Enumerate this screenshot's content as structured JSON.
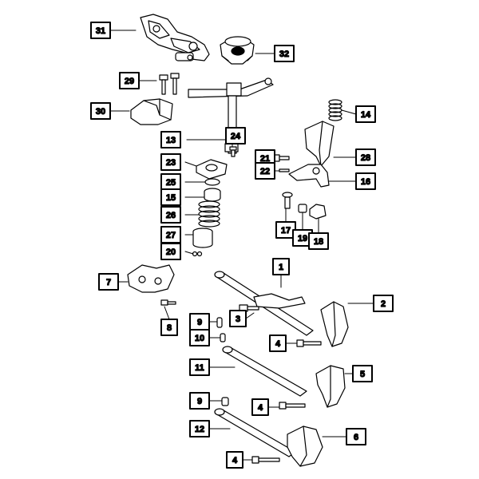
{
  "diagram": {
    "callouts": [
      {
        "id": "c31",
        "label": "31"
      },
      {
        "id": "c32",
        "label": "32"
      },
      {
        "id": "c29",
        "label": "29"
      },
      {
        "id": "c30",
        "label": "30"
      },
      {
        "id": "c14",
        "label": "14"
      },
      {
        "id": "c13",
        "label": "13"
      },
      {
        "id": "c24",
        "label": "24"
      },
      {
        "id": "c23",
        "label": "23"
      },
      {
        "id": "c21",
        "label": "21"
      },
      {
        "id": "c28",
        "label": "28"
      },
      {
        "id": "c22",
        "label": "22"
      },
      {
        "id": "c25",
        "label": "25"
      },
      {
        "id": "c16",
        "label": "16"
      },
      {
        "id": "c15",
        "label": "15"
      },
      {
        "id": "c26",
        "label": "26"
      },
      {
        "id": "c17",
        "label": "17"
      },
      {
        "id": "c19",
        "label": "19"
      },
      {
        "id": "c18",
        "label": "18"
      },
      {
        "id": "c27",
        "label": "27"
      },
      {
        "id": "c20",
        "label": "20"
      },
      {
        "id": "c1",
        "label": "1"
      },
      {
        "id": "c7",
        "label": "7"
      },
      {
        "id": "c2",
        "label": "2"
      },
      {
        "id": "c9a",
        "label": "9"
      },
      {
        "id": "c3",
        "label": "3"
      },
      {
        "id": "c8",
        "label": "8"
      },
      {
        "id": "c10",
        "label": "10"
      },
      {
        "id": "c4a",
        "label": "4"
      },
      {
        "id": "c11",
        "label": "11"
      },
      {
        "id": "c5",
        "label": "5"
      },
      {
        "id": "c9b",
        "label": "9"
      },
      {
        "id": "c4b",
        "label": "4"
      },
      {
        "id": "c12",
        "label": "12"
      },
      {
        "id": "c6",
        "label": "6"
      },
      {
        "id": "c4c",
        "label": "4"
      }
    ]
  }
}
